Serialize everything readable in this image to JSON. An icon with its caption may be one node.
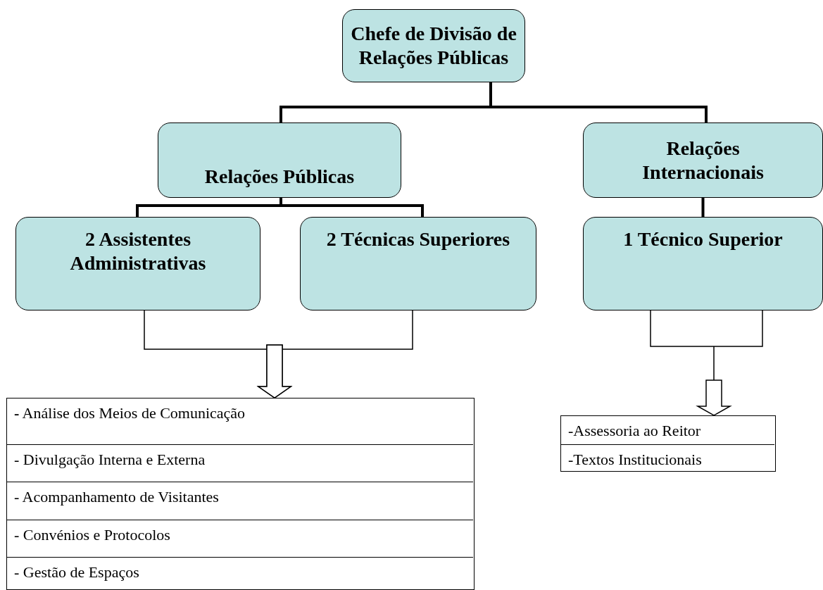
{
  "diagram": {
    "nodes": [
      {
        "text": [
          "Chefe de Divisão de Relações Públicas"
        ]
      },
      {
        "text": [
          "Relações Públicas"
        ]
      },
      {
        "text": [
          "Relações Internacionais"
        ]
      },
      {
        "text": [
          "2 Assistentes Administrativas"
        ]
      },
      {
        "text": [
          "2 Técnicas Superiores"
        ]
      },
      {
        "text": [
          "1 Técnico Superior"
        ]
      },
      {
        "text": [],
        "shape": "box"
      },
      {
        "text": [
          "**-** Análise dos Meios de Comunicação"
        ],
        "in": 6
      },
      {
        "text": [
          "- Divulgação Interna e Externa"
        ],
        "in": 6
      },
      {
        "text": [
          "- Acompanhamento de Visitantes"
        ],
        "in": 6
      },
      {
        "text": [
          "- Convénios e Protocolos"
        ],
        "in": 6
      },
      {
        "text": [
          "- Gestão de Espaços"
        ],
        "in": 6
      },
      {
        "text": [],
        "shape": "box"
      },
      {
        "text": [
          "-Assessoria ao Reitor"
        ],
        "in": 12
      },
      {
        "text": [
          "-Textos Institucionais"
        ],
        "in": 12
      }
    ],
    "edges": [
      {
        "from": 0,
        "to": 1,
        "arrow": "none"
      },
      {
        "from": 0,
        "to": 2,
        "arrow": "none"
      },
      {
        "from": 1,
        "to": 3,
        "arrow": "none"
      },
      {
        "from": 1,
        "to": 4,
        "arrow": "none"
      },
      {
        "from": 2,
        "to": 5,
        "arrow": "none"
      },
      {
        "from": 3,
        "to": 6,
        "arrow": "to"
      },
      {
        "from": 4,
        "to": 6,
        "arrow": "to"
      },
      {
        "from": 5,
        "to": 12,
        "arrow": "to"
      }
    ]
  }
}
